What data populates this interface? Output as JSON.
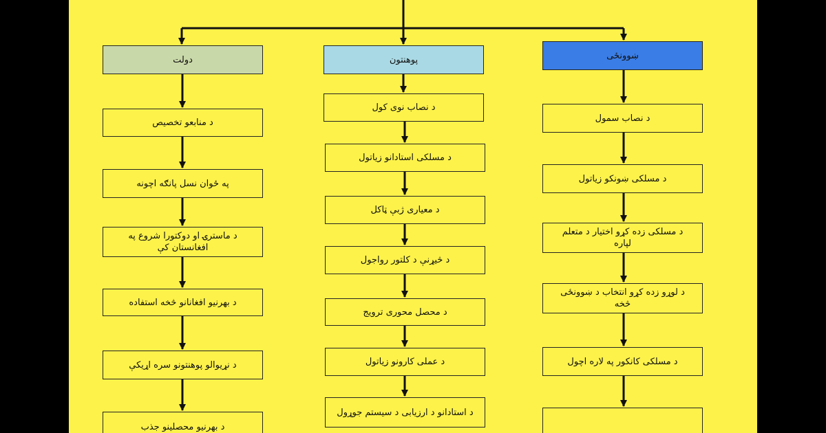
{
  "colors": {
    "background": "#fdf24a",
    "outer": "#000000",
    "header_dawlat": "#c9d8a8",
    "header_pohantun": "#a9d9e4",
    "header_khwanzi": "#3a7de6",
    "lines": "#111111"
  },
  "columns": [
    {
      "header": "دولت",
      "items": [
        "د منابعو تخصیص",
        "په ځوان نسل پانګه اچونه",
        "د ماسترۍ او دوکتورا شروع په افغانستان کې",
        "د بهرنیو افغانانو څخه استفاده",
        "د نړیوالو پوهنتونو سره اړیکې",
        "د بهرنیو محصلینو جذب"
      ]
    },
    {
      "header": "پوهنتون",
      "items": [
        "د نصاب نوی کول",
        "د مسلکی استادانو زیاتول",
        "د معیاری ژبې ټاکل",
        "د څیړنې د کلتور رواجول",
        "د محصل محوری ترویج",
        "د عملی کارونو زیاتول",
        "د استادانو د ارزیابی د سیستم جوړول"
      ]
    },
    {
      "header": "ښوونځی",
      "items": [
        "د نصاب سمول",
        "د مسلکی ښونکو زیاتول",
        "د مسلکی زده کړو اختیار د متعلم لپاره",
        "د لوړو زده کړو انتخاب د ښوونځی څخه",
        "د مسلکی کانکور په لاره اچول",
        ""
      ]
    }
  ]
}
